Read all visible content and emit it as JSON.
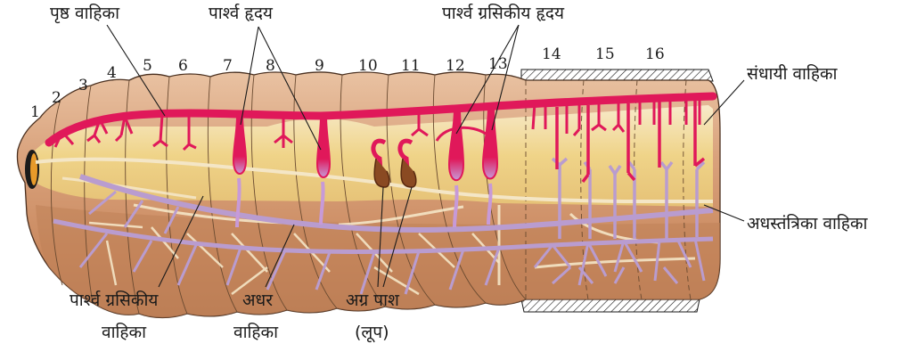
{
  "labels": {
    "dorsal_vessel": "पृष्ठ वाहिका",
    "lateral_heart": "पार्श्व हृदय",
    "lateral_oesophageal_heart": "पार्श्व ग्रसिकीय हृदय",
    "commissural_vessel": "संधायी वाहिका",
    "subneural_vessel": "अधस्तंत्रिका वाहिका",
    "lateral_oesophageal_vessel_line1": "पार्श्व ग्रसिकीय",
    "lateral_oesophageal_vessel_line2": "वाहिका",
    "ventral_vessel_line1": "अधर",
    "ventral_vessel_line2": "वाहिका",
    "anterior_loops_line1": "अग्र पाश",
    "anterior_loops_line2": "(लूप)"
  },
  "segments": [
    "1",
    "2",
    "3",
    "4",
    "5",
    "6",
    "7",
    "8",
    "9",
    "10",
    "11",
    "12",
    "13",
    "14",
    "15",
    "16"
  ],
  "colors": {
    "body": "#cf9a78",
    "body_dark": "#b8784f",
    "gut": "#f6e7a8",
    "dorsal_vessel": "#e0185a",
    "ventral_vessel": "#b99ccf",
    "loop": "#8a4a22"
  }
}
